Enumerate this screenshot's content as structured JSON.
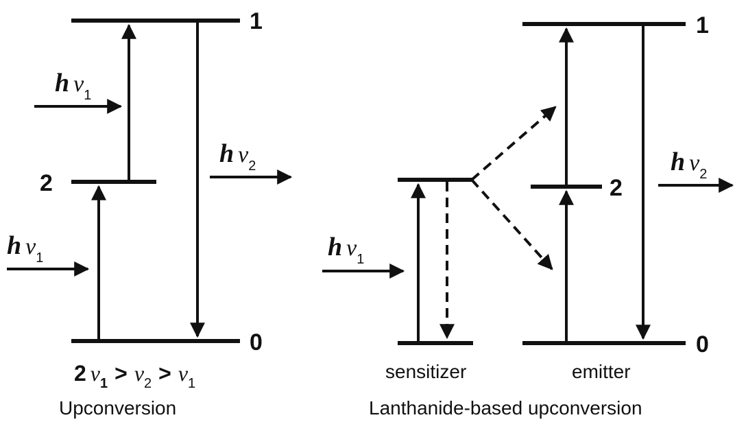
{
  "left_diagram": {
    "levels": {
      "top": "1",
      "mid": "2",
      "ground": "0"
    },
    "photon_h": "h",
    "photon_nu": "ν",
    "absorbed_sub": "1",
    "emitted_sub": "2",
    "condition": {
      "coef": "2",
      "nu": "ν",
      "sub1": "1",
      "sub2": "2",
      "gt": ">"
    },
    "caption": "Upconversion"
  },
  "right_diagram": {
    "levels": {
      "top": "1",
      "mid": "2",
      "ground": "0"
    },
    "photon_h": "h",
    "photon_nu": "ν",
    "absorbed_sub": "1",
    "emitted_sub": "2",
    "sensitizer_label": "sensitizer",
    "emitter_label": "emitter",
    "caption": "Lanthanide-based upconversion"
  }
}
